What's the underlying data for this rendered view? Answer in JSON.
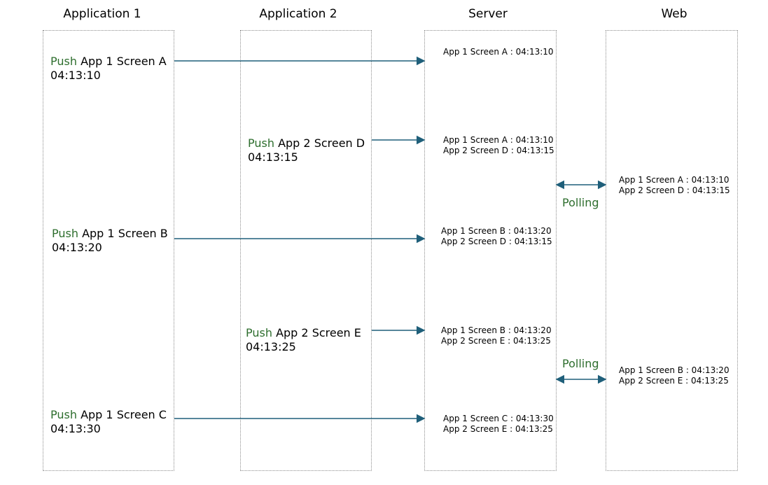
{
  "columns": [
    "Application 1",
    "Application 2",
    "Server",
    "Web"
  ],
  "push_word": "Push",
  "pushes": [
    {
      "screen": "App 1 Screen A",
      "time": "04:13:10"
    },
    {
      "screen": "App 2 Screen D",
      "time": "04:13:15"
    },
    {
      "screen": "App 1 Screen B",
      "time": "04:13:20"
    },
    {
      "screen": "App 2 Screen E",
      "time": "04:13:25"
    },
    {
      "screen": "App 1 Screen C",
      "time": "04:13:30"
    }
  ],
  "server_states": [
    [
      "App 1 Screen A : 04:13:10"
    ],
    [
      "App 1 Screen A : 04:13:10",
      "App 2 Screen D : 04:13:15"
    ],
    [
      "App 1 Screen B : 04:13:20",
      "App 2 Screen D : 04:13:15"
    ],
    [
      "App 1 Screen B : 04:13:20",
      "App 2 Screen E : 04:13:25"
    ],
    [
      "App 1 Screen C : 04:13:30",
      "App 2 Screen E : 04:13:25"
    ]
  ],
  "polling_label": "Polling",
  "web_states": [
    [
      "App 1 Screen A : 04:13:10",
      "App 2 Screen D : 04:13:15"
    ],
    [
      "App 1 Screen B : 04:13:20",
      "App 2 Screen E : 04:13:25"
    ]
  ],
  "colors": {
    "arrow": "#1f5f7a",
    "push": "#2e6e2e",
    "lane_border": "#8c8c8c"
  }
}
